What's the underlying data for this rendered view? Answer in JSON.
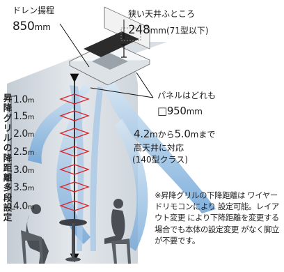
{
  "drain": {
    "title": "ドレン揚程",
    "value": "850",
    "unit": "mm"
  },
  "ceiling": {
    "title": "狭い天井ふところ",
    "value": "248",
    "unit": "mm",
    "note": "(71型以下)"
  },
  "panel": {
    "title": "パネルはどれも",
    "value": "□950",
    "unit": "mm"
  },
  "height_range": {
    "from": "4.2",
    "from_unit": "mから",
    "to": "5.0",
    "to_unit": "mまで",
    "line2": "高天井に対応",
    "line3": "(140型クラス)"
  },
  "grille_label": "昇降グリルの降距離多段設定",
  "heights": [
    {
      "value": "1.0",
      "unit": "m"
    },
    {
      "value": "1.5",
      "unit": "m"
    },
    {
      "value": "2.0",
      "unit": "m"
    },
    {
      "value": "2.5",
      "unit": "m"
    },
    {
      "value": "3.0",
      "unit": "m"
    },
    {
      "value": "3.5",
      "unit": "m"
    },
    {
      "value": "4.0",
      "unit": "m"
    }
  ],
  "note": "※昇降グリルの下降距離は ワイヤードリモコンにより 設定可能。レイアウト変更 により下降距離を変更する 場合でも本体の設定変更 がなく脚立が不要です。",
  "colors": {
    "marker": "#d9262d",
    "flow": "#7fb0dc",
    "column": "#d7dde3",
    "text": "#1a1a1a"
  }
}
